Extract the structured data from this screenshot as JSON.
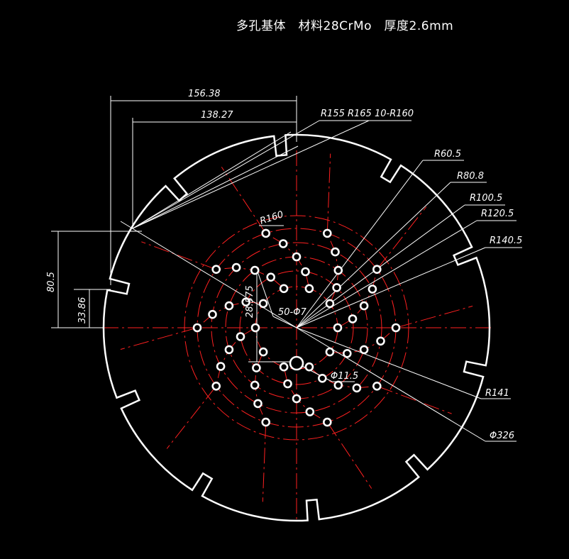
{
  "title": "多孔基体　材料28CrMo　厚度2.6mm",
  "dimensions": {
    "d_156": "156.38",
    "d_138": "138.27",
    "r_155_165": "R155 R165 10-R160",
    "r_60": "R60.5",
    "r_80": "R80.8",
    "r_100": "R100.5",
    "r_120": "R120.5",
    "r_140": "R140.5",
    "r_160": "R160",
    "h_80": "80.5",
    "h_33": "33.86",
    "v_28": "28.575",
    "holes": "50-Φ7",
    "center_hole": "Φ11.5",
    "r_141": "R141",
    "outer_dia": "Φ326"
  },
  "colors": {
    "background": "#000000",
    "outline": "#ffffff",
    "centerline": "#ff2020"
  }
}
